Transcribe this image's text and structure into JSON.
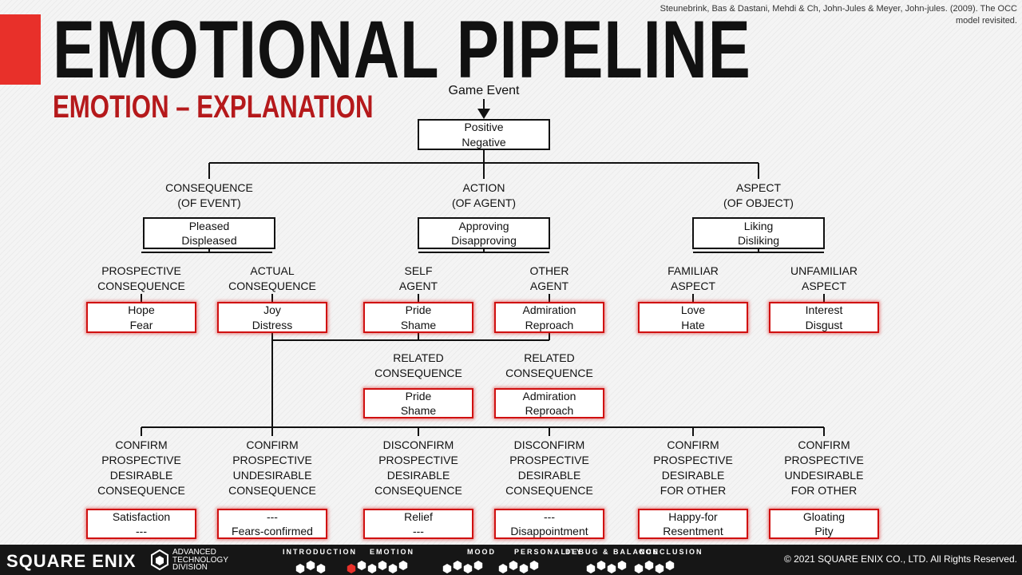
{
  "title": "EMOTIONAL PIPELINE",
  "subtitle": "EMOTION – EXPLANATION",
  "citation": "Steunebrink, Bas & Dastani, Mehdi & Ch, John-Jules & Meyer, John-jules. (2009). The OCC model revisited.",
  "diagram": {
    "root_label": "Game Event",
    "root_box": [
      "Positive",
      "Negative"
    ],
    "branches": {
      "consequence": {
        "header": [
          "CONSEQUENCE",
          "(OF EVENT)"
        ],
        "box": [
          "Pleased",
          "Displeased"
        ]
      },
      "action": {
        "header": [
          "ACTION",
          "(OF AGENT)"
        ],
        "box": [
          "Approving",
          "Disapproving"
        ]
      },
      "aspect": {
        "header": [
          "ASPECT",
          "(OF OBJECT)"
        ],
        "box": [
          "Liking",
          "Disliking"
        ]
      }
    },
    "level2": [
      {
        "header": [
          "PROSPECTIVE",
          "CONSEQUENCE"
        ],
        "box": [
          "Hope",
          "Fear"
        ]
      },
      {
        "header": [
          "ACTUAL",
          "CONSEQUENCE"
        ],
        "box": [
          "Joy",
          "Distress"
        ]
      },
      {
        "header": [
          "SELF",
          "AGENT"
        ],
        "box": [
          "Pride",
          "Shame"
        ]
      },
      {
        "header": [
          "OTHER",
          "AGENT"
        ],
        "box": [
          "Admiration",
          "Reproach"
        ]
      },
      {
        "header": [
          "FAMILIAR",
          "ASPECT"
        ],
        "box": [
          "Love",
          "Hate"
        ]
      },
      {
        "header": [
          "UNFAMILIAR",
          "ASPECT"
        ],
        "box": [
          "Interest",
          "Disgust"
        ]
      }
    ],
    "related": [
      {
        "header": [
          "RELATED",
          "CONSEQUENCE"
        ],
        "box": [
          "Pride",
          "Shame"
        ]
      },
      {
        "header": [
          "RELATED",
          "CONSEQUENCE"
        ],
        "box": [
          "Admiration",
          "Reproach"
        ]
      }
    ],
    "level3": [
      {
        "header": [
          "CONFIRM",
          "PROSPECTIVE",
          "DESIRABLE",
          "CONSEQUENCE"
        ],
        "box": [
          "Satisfaction",
          "---"
        ]
      },
      {
        "header": [
          "CONFIRM",
          "PROSPECTIVE",
          "UNDESIRABLE",
          "CONSEQUENCE"
        ],
        "box": [
          "---",
          "Fears-confirmed"
        ]
      },
      {
        "header": [
          "DISCONFIRM",
          "PROSPECTIVE",
          "DESIRABLE",
          "CONSEQUENCE"
        ],
        "box": [
          "Relief",
          "---"
        ]
      },
      {
        "header": [
          "DISCONFIRM",
          "PROSPECTIVE",
          "DESIRABLE",
          "CONSEQUENCE"
        ],
        "box": [
          "---",
          "Disappointment"
        ]
      },
      {
        "header": [
          "CONFIRM",
          "PROSPECTIVE",
          "DESIRABLE",
          "FOR OTHER"
        ],
        "box": [
          "Happy-for",
          "Resentment"
        ]
      },
      {
        "header": [
          "CONFIRM",
          "PROSPECTIVE",
          "UNDESIRABLE",
          "FOR OTHER"
        ],
        "box": [
          "Gloating",
          "Pity"
        ]
      }
    ]
  },
  "footer": {
    "logo": "SQUARE ENIX",
    "division": [
      "ADVANCED",
      "TECHNOLOGY",
      "DIVISION"
    ],
    "nav": [
      "INTRODUCTION",
      "EMOTION",
      "MOOD",
      "PERSONALITY",
      "DEBUG & BALANCE",
      "CONCLUSION"
    ],
    "copyright": "© 2021 SQUARE ENIX CO., LTD. All Rights Reserved."
  },
  "colors": {
    "accent": "#e8302a",
    "subtitle": "#b5191b",
    "emotion_box_border": "#d01010",
    "footer_bg": "#161616"
  }
}
